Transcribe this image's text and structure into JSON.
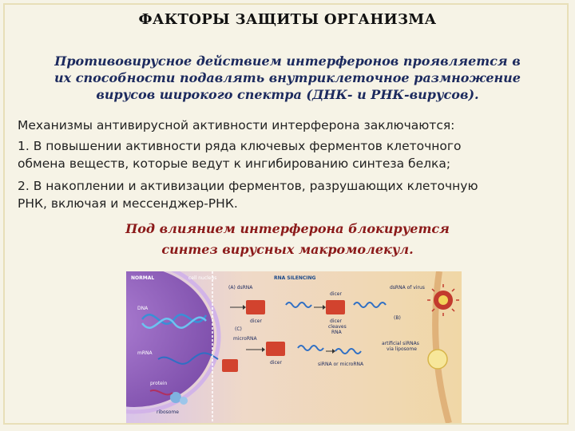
{
  "slide": {
    "title": "ФАКТОРЫ ЗАЩИТЫ ОРГАНИЗМА",
    "intro_lines": [
      "Противовирусное действием интерферонов проявляется в",
      "их способности подавлять внутриклеточное размножение",
      "вирусов широкого спектра (ДНК- и РНК-вирусов)."
    ],
    "mechanisms_heading": "Механизмы антивирусной активности интерферона заключаются:",
    "point1_lines": [
      "1. В повышении активности ряда ключевых ферментов клеточного",
      "обмена веществ, которые ведут к ингибированию синтеза белка;"
    ],
    "point2_lines": [
      "2. В накоплении и активизации ферментов, разрушающих клеточную",
      "РНК, включая и мессенджер-РНК."
    ],
    "conclusion_lines": [
      "Под влиянием интерферона блокируется",
      "синтез вирусных макромолекул."
    ]
  },
  "figure": {
    "label_normal": "NORMAL",
    "label_cell_nucleus": "cell nucleus",
    "label_rna_silencing": "RNA SILENCING",
    "label_dna": "DNA",
    "label_a_dsrna": "(A)  dsRNA",
    "label_mrna": "mRNA",
    "label_c": "(C)",
    "label_microrna": "microRNA",
    "label_dicer_1": "dicer",
    "label_dicer_2": "dicer",
    "label_dicer_3": "dicer",
    "label_dicer_cleaves": "dicer",
    "label_cleaves": "cleaves",
    "label_rna": "RNA",
    "label_sirna": "siRNA or microRNA",
    "label_dsrna_virus": "dsRNA of virus",
    "label_b": "(B)",
    "label_artificial": "artificial siRNAs",
    "label_via_liposome": "via liposome",
    "label_protein": "protein",
    "label_ribosome": "ribosome"
  },
  "colors": {
    "title": "#111111",
    "intro": "#1c2a5e",
    "conclusion": "#8b1a1a",
    "body": "#222222",
    "background": "#f6f3e6"
  }
}
